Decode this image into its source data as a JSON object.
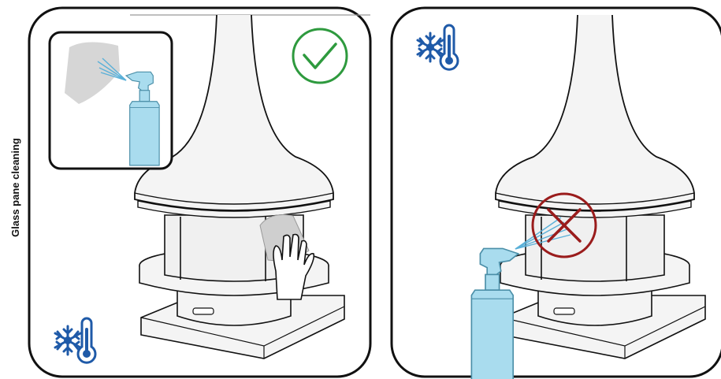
{
  "side_label": "Glass pane cleaning",
  "panels": [
    {
      "verdict": "correct",
      "verdict_icon": "check-mark-icon",
      "verdict_color": "#2e9a3e",
      "temperature_icon": "cold-temperature-icon",
      "inset_icon": "spray-on-cloth-icon",
      "action_icon": "hand-wiping-glass-icon"
    },
    {
      "verdict": "incorrect",
      "verdict_icon": "prohibited-cross-icon",
      "verdict_color": "#9a1c1c",
      "temperature_icon": "cold-temperature-icon",
      "action_icon": "spray-on-glass-icon"
    }
  ],
  "colors": {
    "outline": "#111111",
    "hood_fill": "#f4f4f4",
    "glass_fill": "#f0f0f0",
    "bottle_fill": "#a9dcee",
    "bottle_stroke": "#4b8fa8",
    "cloth_fill": "#cfcfcf",
    "snow_blue": "#1f5aa8"
  }
}
